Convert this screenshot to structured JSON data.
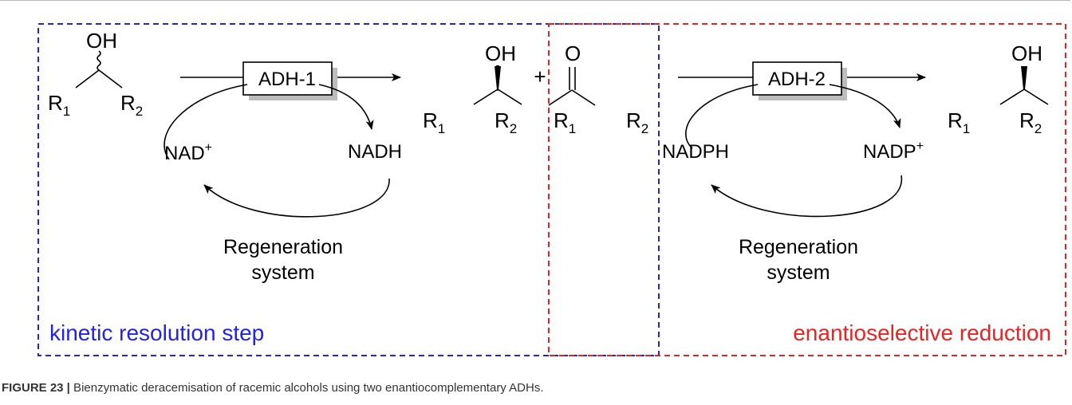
{
  "colors": {
    "left_box": "#2222ee",
    "right_box": "#ee2222",
    "ink": "#000000",
    "caption": "#333333"
  },
  "left_panel": {
    "title": "kinetic resolution step",
    "substrate": {
      "oh": "OH",
      "r1": "R",
      "r1_sub": "1",
      "r2": "R",
      "r2_sub": "2",
      "stereo": "racemic (wavy bond)"
    },
    "enzyme": "ADH-1",
    "cofactor_in": "NAD",
    "cofactor_in_charge": "+",
    "cofactor_out": "NADH",
    "regeneration": [
      "Regeneration",
      "system"
    ],
    "product": {
      "oh": "OH",
      "r1": "R",
      "r1_sub": "1",
      "r2": "R",
      "r2_sub": "2",
      "stereo": "wedge"
    }
  },
  "plus_sign": "+",
  "ketone": {
    "o": "O",
    "r1": "R",
    "r1_sub": "1",
    "r2": "R",
    "r2_sub": "2"
  },
  "right_panel": {
    "title": "enantioselective reduction",
    "enzyme": "ADH-2",
    "cofactor_in": "NADPH",
    "cofactor_out": "NADP",
    "cofactor_out_charge": "+",
    "regeneration": [
      "Regeneration",
      "system"
    ],
    "product": {
      "oh": "OH",
      "r1": "R",
      "r1_sub": "1",
      "r2": "R",
      "r2_sub": "2",
      "stereo": "wedge"
    }
  },
  "caption": {
    "label": "FIGURE 23 |",
    "text": " Bienzymatic deracemisation of racemic alcohols using two enantiocomplementary ADHs."
  }
}
